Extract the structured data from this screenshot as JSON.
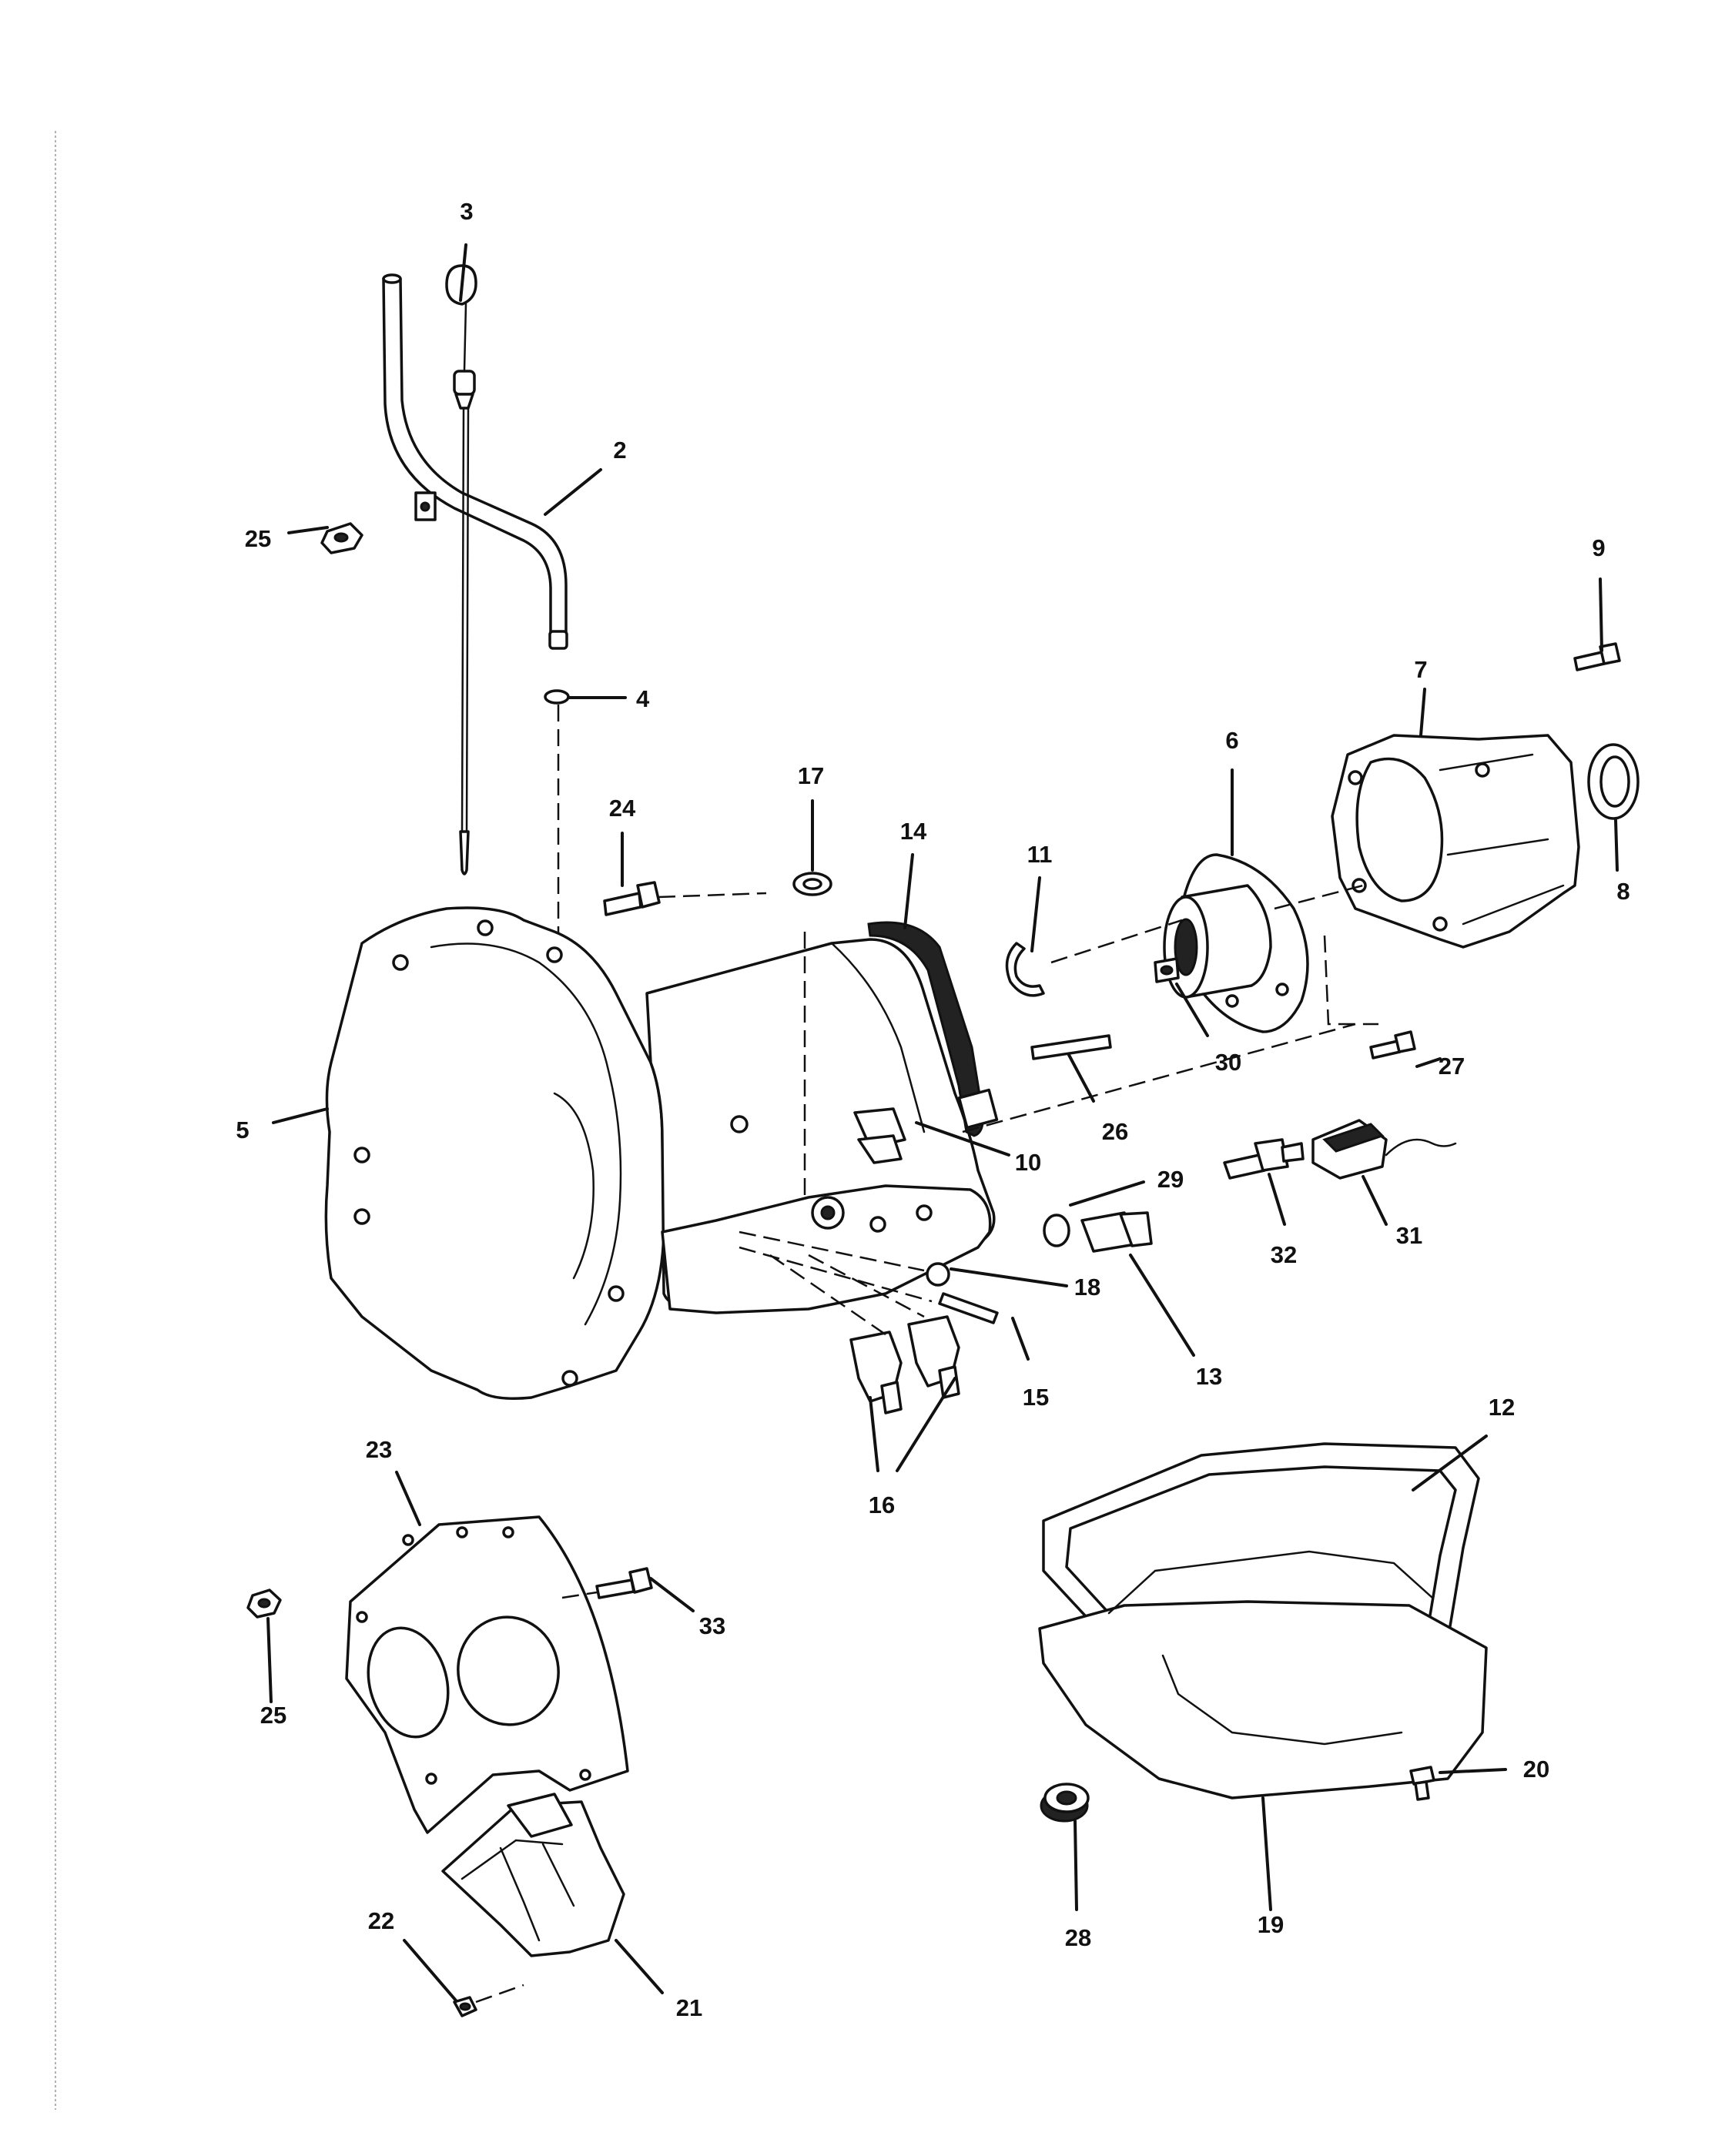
{
  "callouts": [
    {
      "id": "c3",
      "text": "3"
    },
    {
      "id": "c2",
      "text": "2"
    },
    {
      "id": "c25a",
      "text": "25"
    },
    {
      "id": "c4",
      "text": "4"
    },
    {
      "id": "c9",
      "text": "9"
    },
    {
      "id": "c7",
      "text": "7"
    },
    {
      "id": "c6",
      "text": "6"
    },
    {
      "id": "c8",
      "text": "8"
    },
    {
      "id": "c17",
      "text": "17"
    },
    {
      "id": "c14",
      "text": "14"
    },
    {
      "id": "c11",
      "text": "11"
    },
    {
      "id": "c24",
      "text": "24"
    },
    {
      "id": "c30",
      "text": "30"
    },
    {
      "id": "c27",
      "text": "27"
    },
    {
      "id": "c5",
      "text": "5"
    },
    {
      "id": "c26",
      "text": "26"
    },
    {
      "id": "c10",
      "text": "10"
    },
    {
      "id": "c29",
      "text": "29"
    },
    {
      "id": "c32",
      "text": "32"
    },
    {
      "id": "c31",
      "text": "31"
    },
    {
      "id": "c18",
      "text": "18"
    },
    {
      "id": "c13",
      "text": "13"
    },
    {
      "id": "c15",
      "text": "15"
    },
    {
      "id": "c16",
      "text": "16"
    },
    {
      "id": "c12",
      "text": "12"
    },
    {
      "id": "c23",
      "text": "23"
    },
    {
      "id": "c33",
      "text": "33"
    },
    {
      "id": "c25b",
      "text": "25"
    },
    {
      "id": "c20",
      "text": "20"
    },
    {
      "id": "c28",
      "text": "28"
    },
    {
      "id": "c19",
      "text": "19"
    },
    {
      "id": "c22",
      "text": "22"
    },
    {
      "id": "c21",
      "text": "21"
    }
  ]
}
